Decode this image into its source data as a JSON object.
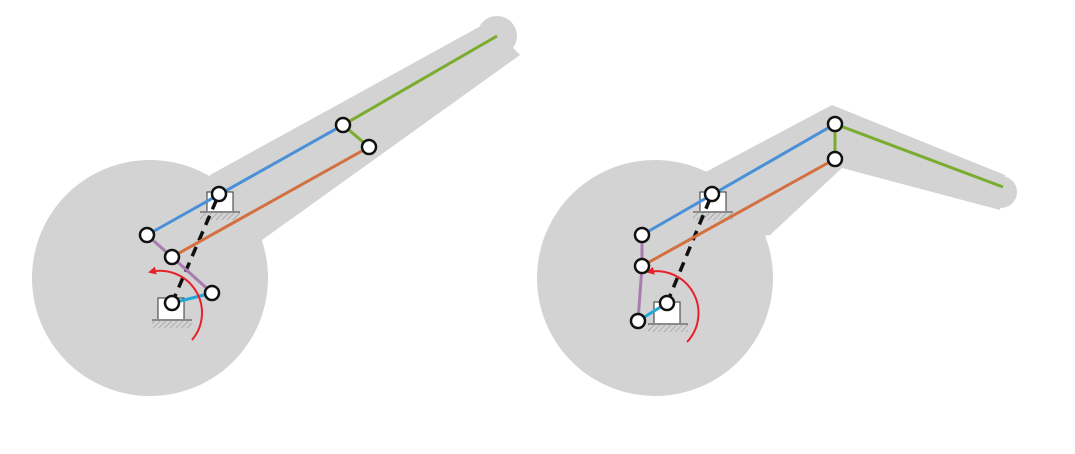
{
  "colors": {
    "background": "#ffffff",
    "envelope": "#d3d3d3",
    "link_blue": "#4a90d9",
    "link_orange": "#d2703f",
    "link_green": "#7aac2e",
    "link_purple": "#a97bb0",
    "crank_cyan": "#22a7d6",
    "rotation_arrow": "#e8202a",
    "ground_link": "#111111",
    "joint_stroke": "#111111",
    "joint_fill": "#ffffff",
    "ground_support": "#8a8a8a"
  },
  "diagrams": [
    {
      "name": "mechanism-position-1",
      "rotation": "counterclockwise"
    },
    {
      "name": "mechanism-position-2",
      "rotation": "counterclockwise"
    }
  ]
}
